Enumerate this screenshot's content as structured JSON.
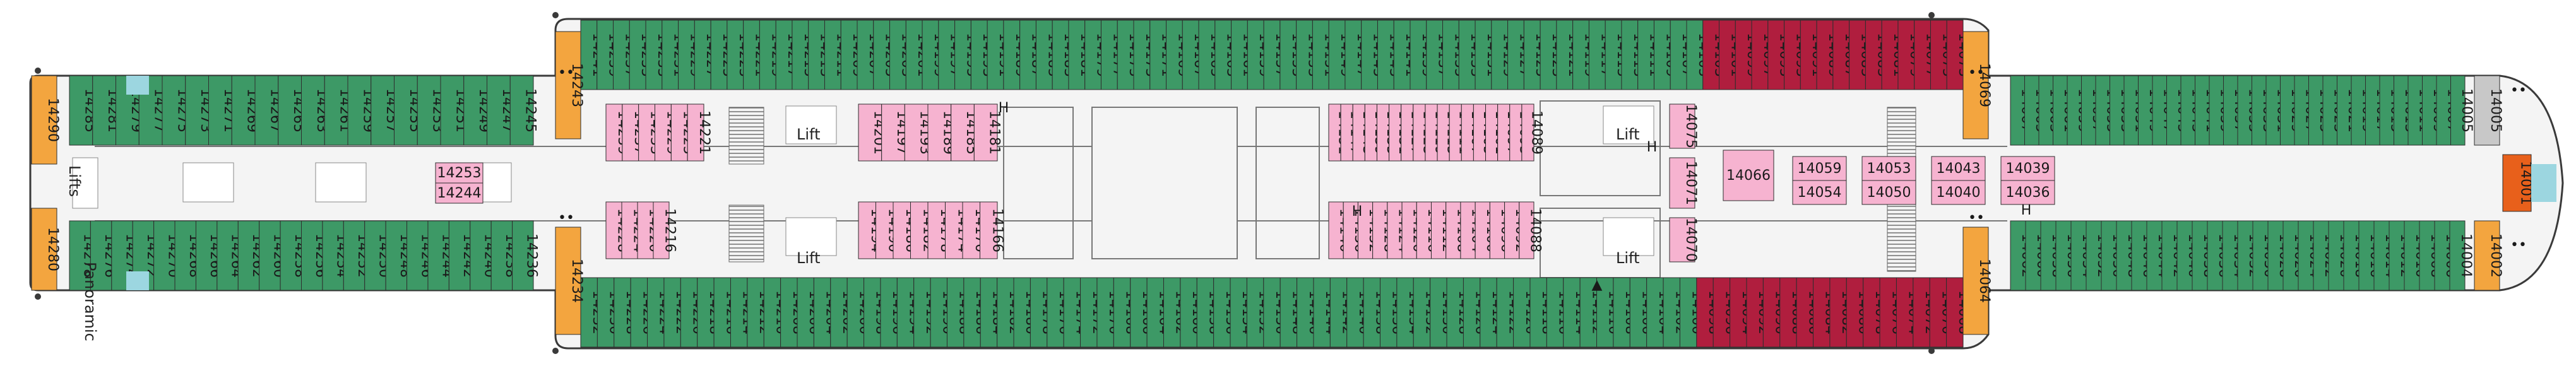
{
  "deck": {
    "colors": {
      "hull_stroke": "#3a3a3a",
      "deck_fill": "#f4f4f4",
      "green": "#3d9966",
      "pink": "#f6b3d0",
      "red": "#b01e3e",
      "orange": "#f3a53f",
      "orange_dark": "#e8601b",
      "cyan": "#9cd6e0",
      "gray": "#c8c8c8"
    },
    "labels": {
      "panoramic": "Panoramic",
      "lifts": "Lifts",
      "lift": "Lift"
    },
    "top_outer": {
      "aft": [
        "14289",
        "14285",
        "14281",
        "14279",
        "14277",
        "14275",
        "14273",
        "14271",
        "14269",
        "14267",
        "14265",
        "14263",
        "14261",
        "14259",
        "14257",
        "14255",
        "14253",
        "14251",
        "14249",
        "14247",
        "14245",
        "14243"
      ],
      "mid": [
        "14241",
        "14239",
        "14237",
        "14235",
        "14233",
        "14231",
        "14229",
        "14227",
        "14225",
        "14223",
        "14221",
        "14219",
        "14217",
        "14215",
        "14213",
        "14211",
        "14209",
        "14207",
        "14205",
        "14203",
        "14201",
        "14199",
        "14197",
        "14195",
        "14193",
        "14191",
        "14189",
        "14187",
        "14185",
        "14183",
        "14181",
        "14179",
        "14177",
        "14175",
        "14173",
        "14171",
        "14169",
        "14167",
        "14165",
        "14163",
        "14161",
        "14159",
        "14157",
        "14155",
        "14153",
        "14151",
        "14149",
        "14147",
        "14145",
        "14143",
        "14141",
        "14139",
        "14137",
        "14135",
        "14133",
        "14131",
        "14129",
        "14127",
        "14125",
        "14123",
        "14121",
        "14119",
        "14117",
        "14115",
        "14113",
        "14111",
        "14109",
        "14107",
        "14105",
        "14103",
        "14101",
        "14099",
        "14097",
        "14095",
        "14093",
        "14091",
        "14089",
        "14087",
        "14085",
        "14083",
        "14081",
        "14079",
        "14077",
        "14075",
        "14073"
      ],
      "fwd": [
        "14069",
        "14067",
        "14065",
        "14063",
        "14061",
        "14059",
        "14057",
        "14055",
        "14053",
        "14051",
        "14049",
        "14047",
        "14045",
        "14043",
        "14041",
        "14039",
        "14037",
        "14035",
        "14033",
        "14031",
        "14029",
        "14027",
        "14025",
        "14023",
        "14021",
        "14019",
        "14017",
        "14015",
        "14013",
        "14011",
        "14009",
        "14007",
        "14005"
      ]
    },
    "bottom_outer": {
      "aft": [
        "14280",
        "14278",
        "14276",
        "14274",
        "14272",
        "14270",
        "14268",
        "14266",
        "14264",
        "14262",
        "14260",
        "14258",
        "14256",
        "14254",
        "14252",
        "14250",
        "14248",
        "14246",
        "14244",
        "14242",
        "14240",
        "14238",
        "14236",
        "14234"
      ],
      "mid": [
        "14232",
        "14230",
        "14228",
        "14226",
        "14224",
        "14222",
        "14220",
        "14218",
        "14216",
        "14214",
        "14212",
        "14210",
        "14208",
        "14206",
        "14204",
        "14202",
        "14200",
        "14198",
        "14196",
        "14194",
        "14192",
        "14190",
        "14188",
        "14186",
        "14184",
        "14182",
        "14180",
        "14178",
        "14176",
        "14174",
        "14172",
        "14170",
        "14168",
        "14166",
        "14164",
        "14162",
        "14160",
        "14158",
        "14156",
        "14154",
        "14152",
        "14150",
        "14148",
        "14146",
        "14144",
        "14142",
        "14140",
        "14138",
        "14136",
        "14134",
        "14132",
        "14130",
        "14128",
        "14126",
        "14124",
        "14122",
        "14120",
        "14118",
        "14116",
        "14114",
        "14112",
        "14110",
        "14108",
        "14106",
        "14104",
        "14102",
        "14100",
        "14098",
        "14096",
        "14094",
        "14092",
        "14090",
        "14088",
        "14086",
        "14084",
        "14082",
        "14080",
        "14078",
        "14076",
        "14074",
        "14072",
        "14070",
        "14068"
      ],
      "fwd": [
        "14064",
        "14062",
        "14060",
        "14058",
        "14056",
        "14054",
        "14052",
        "14050",
        "14048",
        "14046",
        "14044",
        "14042",
        "14040",
        "14038",
        "14036",
        "14034",
        "14032",
        "14030",
        "14028",
        "14026",
        "14024",
        "14022",
        "14020",
        "14018",
        "14016",
        "14014",
        "14012",
        "14010",
        "14008",
        "14006",
        "14004",
        "14002"
      ]
    },
    "inner_top_a": [
      "14243",
      "14241",
      "14239",
      "14237",
      "14233",
      "14229",
      "14225",
      "14221"
    ],
    "inner_top_b": [
      "14201",
      "14197",
      "14193",
      "14189",
      "14185",
      "14181"
    ],
    "inner_top_c": [
      "14151",
      "14147",
      "14143",
      "14139",
      "14135",
      "14131",
      "14127",
      "14123",
      "14119",
      "14115",
      "14111",
      "14107",
      "14105",
      "14101",
      "14097",
      "14093",
      "14089"
    ],
    "inner_bot_a": [
      "14228",
      "14224",
      "14220",
      "14216"
    ],
    "inner_bot_b": [
      "14194",
      "14190",
      "14186",
      "14182",
      "14178",
      "14174",
      "14170",
      "14166"
    ],
    "inner_bot_c": [
      "14140",
      "14136",
      "14132",
      "14128",
      "14124",
      "14120",
      "14116",
      "14112",
      "14108",
      "14104",
      "14100",
      "14096",
      "14092",
      "14088"
    ],
    "center_boxes": {
      "aft_a": [
        "14253",
        "14244"
      ],
      "fwd_a": [
        "14071"
      ],
      "fwd_b": [
        "14066"
      ],
      "fwd_c": [
        "14059",
        "14054"
      ],
      "fwd_d": [
        "14053",
        "14050"
      ],
      "fwd_e": [
        "14043",
        "14040"
      ],
      "fwd_f": [
        "14039",
        "14036"
      ]
    },
    "singles": {
      "top_orange_aft": "14290",
      "bot_orange_aft": "14280",
      "top_mid_orange": "14243",
      "bot_mid_orange": "14234",
      "top_fwd_orange": "14069",
      "bot_fwd_orange": "14064",
      "fwd_tip_top": "14005",
      "fwd_tip_bot": "14002",
      "fwd_tip_center": "14001",
      "core_a": "14075",
      "core_b": "14070"
    },
    "markers": {
      "h": "H",
      "dots": "••",
      "star": "▲"
    }
  }
}
